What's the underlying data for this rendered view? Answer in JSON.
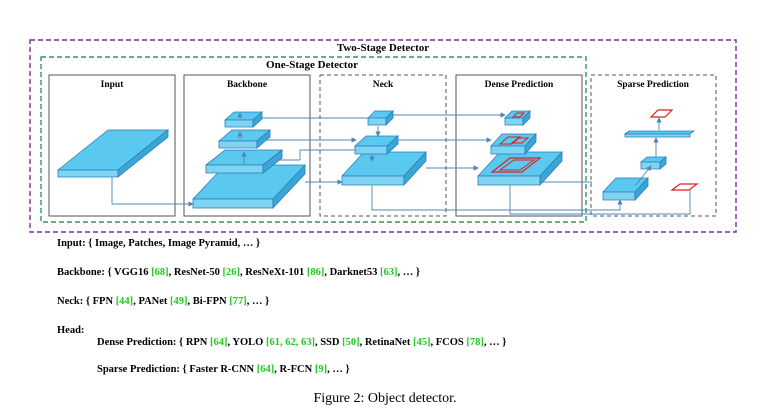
{
  "diagram": {
    "two_stage_label": "Two-Stage Detector",
    "one_stage_label": "One-Stage Detector",
    "boxes": {
      "input": "Input",
      "backbone": "Backbone",
      "neck": "Neck",
      "dense": "Dense Prediction",
      "sparse": "Sparse Prediction"
    },
    "colors": {
      "two_stage_border": "#7b2fa8",
      "one_stage_border": "#2e9a55",
      "block_fill": "#5bc8f0",
      "block_edge": "#2a7fb8",
      "prediction_box": "#e02020",
      "arrow": "#4f86b8"
    }
  },
  "text": {
    "input": {
      "head": "Input:",
      "rest": "{ Image, Patches, Image Pyramid, … }"
    },
    "backbone": {
      "head": "Backbone:",
      "items": [
        {
          "name": "VGG16",
          "ref": "[68]"
        },
        {
          "name": "ResNet-50",
          "ref": "[26]"
        },
        {
          "name": "ResNeXt-101",
          "ref": "[86]"
        },
        {
          "name": "Darknet53",
          "ref": "[63]"
        }
      ]
    },
    "neck": {
      "head": "Neck:",
      "items": [
        {
          "name": "FPN",
          "ref": "[44]"
        },
        {
          "name": "PANet",
          "ref": "[49]"
        },
        {
          "name": "Bi-FPN",
          "ref": "[77]"
        }
      ]
    },
    "head": {
      "head": "Head:"
    },
    "dense": {
      "head": "Dense Prediction:",
      "items": [
        {
          "name": "RPN",
          "ref": "[64]"
        },
        {
          "name": "YOLO",
          "ref": "[61, 62, 63]"
        },
        {
          "name": "SSD",
          "ref": "[50]"
        },
        {
          "name": "RetinaNet",
          "ref": "[45]"
        },
        {
          "name": "FCOS",
          "ref": "[78]"
        }
      ]
    },
    "sparse": {
      "head": "Sparse Prediction:",
      "items": [
        {
          "name": "Faster R-CNN",
          "ref": "[64]"
        },
        {
          "name": "R-FCN",
          "ref": "[9]"
        }
      ]
    }
  },
  "caption": "Figure 2: Object detector."
}
